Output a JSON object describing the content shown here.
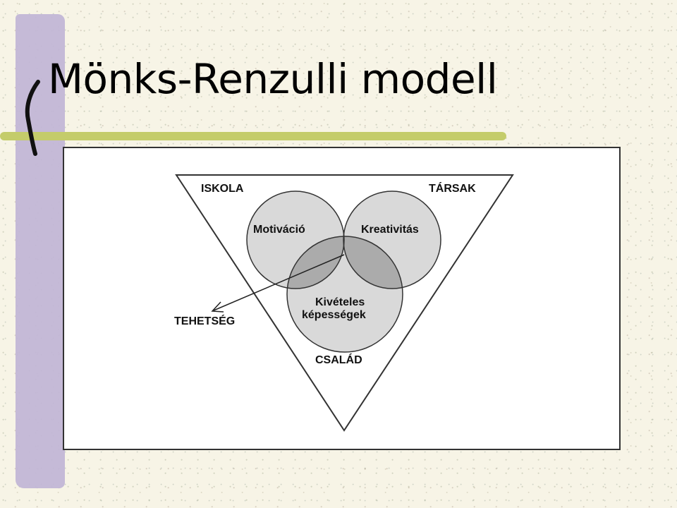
{
  "slide": {
    "title": "Mönks-Renzulli modell"
  },
  "diagram": {
    "corners": {
      "top_left": "ISKOLA",
      "top_right": "TÁRSAK",
      "bottom": "CSALÁD"
    },
    "circles": {
      "left": "Motiváció",
      "right": "Kreativitás",
      "bottom_line1": "Kivételes",
      "bottom_line2": "képességek"
    },
    "pointer_label": "TEHETSÉG"
  },
  "colors": {
    "background": "#f7f4e6",
    "left_bar": "#c2b6d6",
    "accent_line": "#c4cc6a",
    "circle_fill": "#d9d9d9",
    "overlap_fill": "#ababab",
    "center_fill": "#ffffff"
  }
}
